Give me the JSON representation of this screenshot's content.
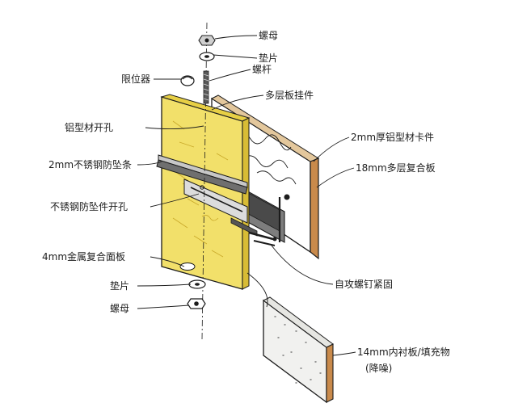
{
  "labels": {
    "nut_top": "螺母",
    "washer_top": "垫片",
    "bolt": "螺杆",
    "limiter": "限位器",
    "plywood_hanger": "多层板挂件",
    "alum_clip": "2mm厚铝型材卡件",
    "plywood_18": "18mm多层复合板",
    "alum_hole": "铝型材开孔",
    "ss_anti_fall": "2mm不锈钢防坠条",
    "ss_hole": "不锈钢防坠件开孔",
    "panel_4mm": "4mm金属复合面板",
    "washer_bottom": "垫片",
    "nut_bottom": "螺母",
    "self_tapping": "自攻螺钉紧固",
    "liner_14": "14mm内衬板/填充物",
    "sound_absorb": "(降噪)"
  },
  "colors": {
    "ink": "#1c1c1c",
    "panel_yellow": "#f2e06a",
    "plywood_brown": "#c98a4b",
    "liner_gray": "#f1f1ef"
  }
}
